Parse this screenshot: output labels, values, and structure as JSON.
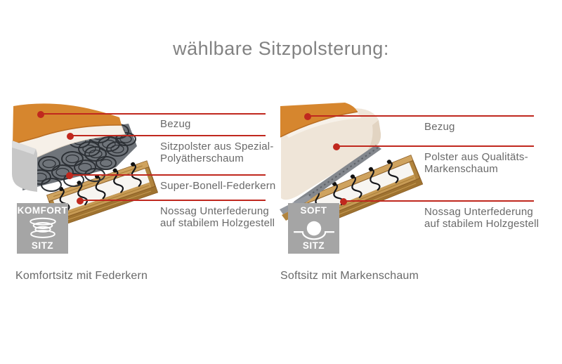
{
  "title": "wählbare Sitzpolsterung:",
  "colors": {
    "accent-red": "#c0281e",
    "fabric-orange": "#d6862e",
    "foam-cream": "#efe5d8",
    "wood-tan": "#b1843e",
    "badge-gray": "#a5a5a5",
    "mesh-slate": "#6f747a",
    "text-gray": "#696969",
    "title-gray": "#828282"
  },
  "figures": [
    {
      "id": "komfort",
      "badge": {
        "top": "KOMFORT",
        "bottom": "SITZ",
        "icon": "coil-spring-icon"
      },
      "caption": "Komfortsitz mit Federkern",
      "labels": [
        {
          "line1": "Bezug",
          "line2": ""
        },
        {
          "line1": "Sitzpolster aus Spezial-",
          "line2": "Polyätherschaum"
        },
        {
          "line1": "Super-Bonell-Federkern",
          "line2": ""
        },
        {
          "line1": "Nossag Unterfederung",
          "line2": "auf stabilem Holzgestell"
        }
      ]
    },
    {
      "id": "soft",
      "badge": {
        "top": "SOFT",
        "bottom": "SITZ",
        "icon": "ball-on-suspension-icon"
      },
      "caption": "Softsitz mit Markenschaum",
      "labels": [
        {
          "line1": "Bezug",
          "line2": ""
        },
        {
          "line1": "Polster aus Qualitäts-",
          "line2": "Markenschaum"
        },
        {
          "line1": "Nossag Unterfederung",
          "line2": "auf stabilem Holzgestell"
        }
      ]
    }
  ]
}
